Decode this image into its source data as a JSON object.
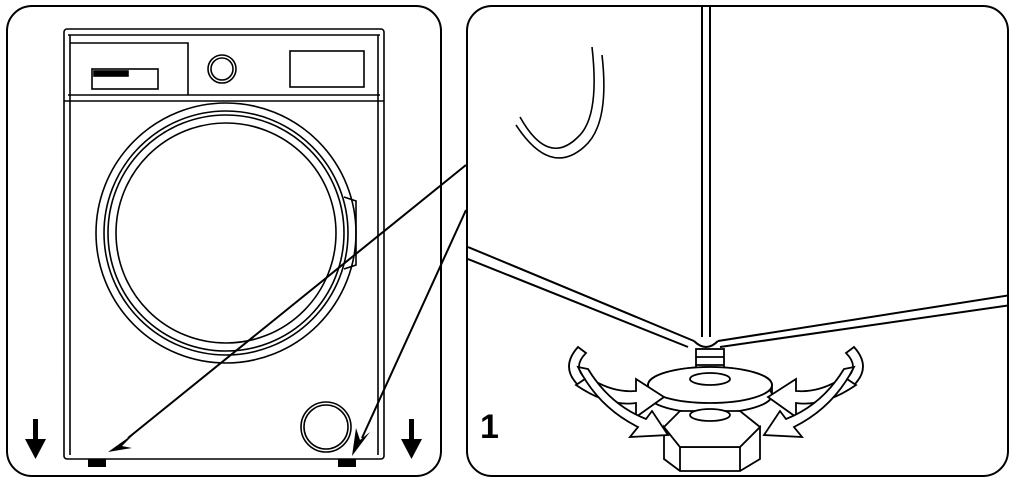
{
  "figure": {
    "step_number": "1",
    "left_panel": {
      "subject": "washing-machine-front-view"
    },
    "right_panel": {
      "subject": "adjustable-foot-detail"
    },
    "colors": {
      "line": "#000000",
      "background": "#ffffff"
    }
  }
}
